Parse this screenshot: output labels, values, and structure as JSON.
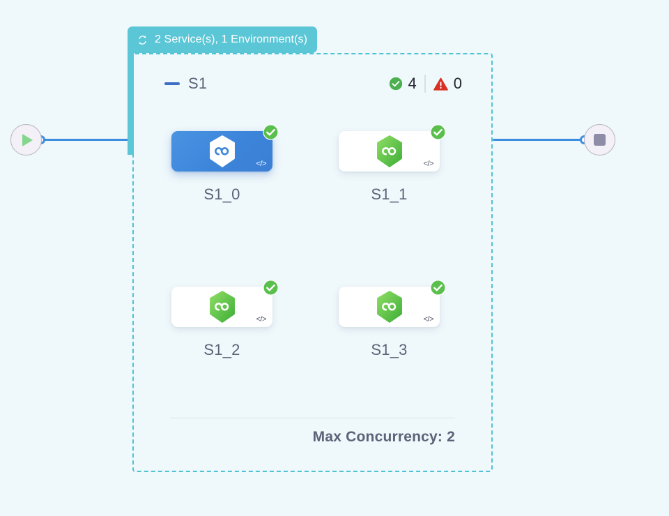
{
  "canvas": {
    "background_color": "#eff8fb"
  },
  "start_node": {
    "name": "start-node",
    "icon": "play-icon",
    "icon_color": "#84d68d",
    "circle_color": "#f3f0f7"
  },
  "end_node": {
    "name": "end-node",
    "icon": "stop-icon",
    "icon_color": "#8e8ca6",
    "circle_color": "#f3f0f7"
  },
  "edges": {
    "color": "#3d8ede",
    "port_color": "#3d8ede"
  },
  "group": {
    "header": {
      "icon": "loop-icon",
      "title": "2 Service(s), 1 Environment(s)",
      "background_color": "#5bc6d6",
      "text_color": "#ffffff"
    },
    "border_color": "#4fc3d5",
    "collapse_icon": "minus-icon",
    "name": "S1",
    "status": {
      "success": {
        "icon": "check-circle-icon",
        "count": "4",
        "color": "#4caf50"
      },
      "warning": {
        "icon": "warning-triangle-icon",
        "count": "0",
        "color": "#d93025"
      }
    },
    "nodes": [
      {
        "label": "S1_0",
        "selected": true,
        "status_icon": "check-circle-icon",
        "status": "success",
        "service_icon": "hexagon-infinity-icon",
        "code_icon": "code-icon",
        "code_label": "</>"
      },
      {
        "label": "S1_1",
        "selected": false,
        "status_icon": "check-circle-icon",
        "status": "success",
        "service_icon": "hexagon-infinity-icon",
        "code_icon": "code-icon",
        "code_label": "</>"
      },
      {
        "label": "S1_2",
        "selected": false,
        "status_icon": "check-circle-icon",
        "status": "success",
        "service_icon": "hexagon-infinity-icon",
        "code_icon": "code-icon",
        "code_label": "</>"
      },
      {
        "label": "S1_3",
        "selected": false,
        "status_icon": "check-circle-icon",
        "status": "success",
        "service_icon": "hexagon-infinity-icon",
        "code_icon": "code-icon",
        "code_label": "</>"
      }
    ],
    "footer": {
      "max_concurrency_label": "Max Concurrency: 2"
    }
  }
}
